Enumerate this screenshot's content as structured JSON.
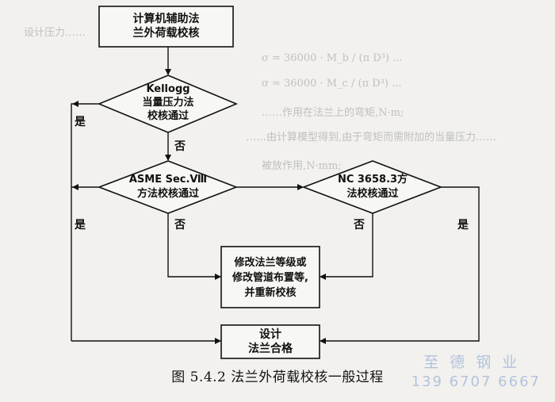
{
  "nodes": {
    "start": [
      "计算机辅助法",
      "兰外荷载校核"
    ],
    "kellogg": [
      "Kellogg",
      "当量压力法",
      "校核通过"
    ],
    "asme": [
      "ASME Sec.Ⅷ",
      "方法校核通过"
    ],
    "nc": [
      "NC 3658.3方",
      "法校核通过"
    ],
    "modify": [
      "修改法兰等级或",
      "修改管道布置等,",
      "并重新校核"
    ],
    "end": [
      "设计",
      "法兰合格"
    ]
  },
  "labels": {
    "yes": "是",
    "no": "否"
  },
  "caption": "图 5.4.2   法兰外荷载校核一般过程",
  "watermark": {
    "line1": "至德钢业",
    "line2": "139 6707 6667"
  },
  "background_fragments": [
    "σ = 36000 · M_b / (π D³) ...",
    "σ = 36000 · M_c / (π D³) ...",
    "……作用在法兰上的弯矩,N·m;",
    "……由计算模型得到,由于弯矩而需附加的当量压力……",
    "被放作用,N·mm;",
    "设计压力……"
  ]
}
